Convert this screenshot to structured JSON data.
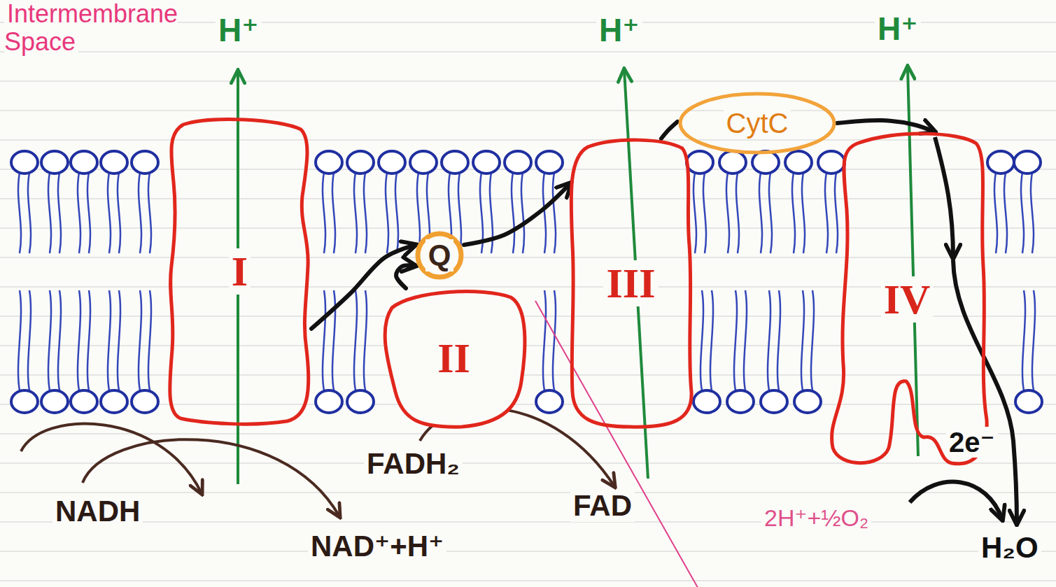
{
  "diagram": {
    "nodes": [
      {
        "text": [
          "I"
        ]
      },
      {
        "text": [
          "Q"
        ]
      },
      {
        "text": [
          "II"
        ]
      },
      {
        "text": [
          "III"
        ]
      },
      {
        "text": [
          "CytC"
        ]
      },
      {
        "text": [
          "IV"
        ]
      }
    ],
    "edges": [
      {
        "from": 0,
        "to": 1,
        "arrow": "to"
      },
      {
        "from": 2,
        "to": 1,
        "arrow": "to"
      },
      {
        "from": 1,
        "to": 3,
        "arrow": "to"
      },
      {
        "from": 3,
        "to": 4,
        "arrow": "none"
      },
      {
        "from": 4,
        "to": 5,
        "arrow": "to"
      }
    ],
    "labels": [
      "Intermembrane Space",
      "H⁺",
      "H⁺",
      "H⁺",
      "NADH",
      "NAD⁺+H⁺",
      "FADH₂",
      "FAD",
      "2H⁺+½O₂",
      "2e⁻",
      "H₂O"
    ]
  }
}
